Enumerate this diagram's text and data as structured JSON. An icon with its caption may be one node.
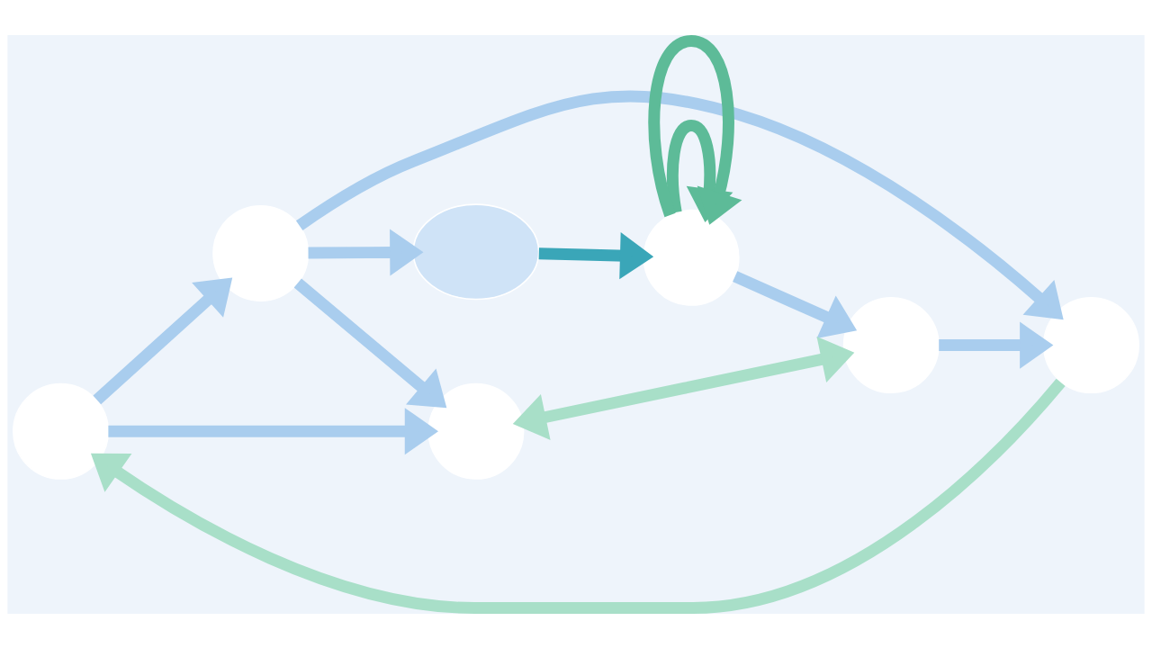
{
  "diagram": {
    "nodes": [
      {
        "text": [],
        "shape": "circle"
      },
      {
        "text": [],
        "shape": "circle"
      },
      {
        "text": [],
        "shape": "cloud"
      },
      {
        "text": [],
        "shape": "circle"
      },
      {
        "text": [],
        "shape": "circle"
      },
      {
        "text": [],
        "shape": "circle"
      },
      {
        "text": [],
        "shape": "circle"
      }
    ],
    "edges": [
      {
        "from": 0,
        "to": 1,
        "arrow": "to"
      },
      {
        "from": 1,
        "to": 2,
        "arrow": "to"
      },
      {
        "from": 2,
        "to": 3,
        "arrow": "to",
        "color": "#3aa6b8"
      },
      {
        "from": 3,
        "to": 4,
        "arrow": "to"
      },
      {
        "from": 0,
        "to": 5,
        "arrow": "to"
      },
      {
        "from": 1,
        "to": 5,
        "arrow": "to"
      },
      {
        "from": 5,
        "to": 4,
        "arrow": "both",
        "color": "#a8dfc8"
      },
      {
        "from": 4,
        "to": 6,
        "arrow": "to"
      },
      {
        "from": 1,
        "to": 6,
        "arrow": "to"
      },
      {
        "from": 6,
        "to": 0,
        "arrow": "to",
        "color": "#a8dfc8"
      },
      {
        "from": 3,
        "to": 3,
        "arrow": "to",
        "color": "#5dbb98"
      },
      {
        "from": 3,
        "to": 3,
        "arrow": "to",
        "color": "#5dbb98"
      }
    ]
  }
}
